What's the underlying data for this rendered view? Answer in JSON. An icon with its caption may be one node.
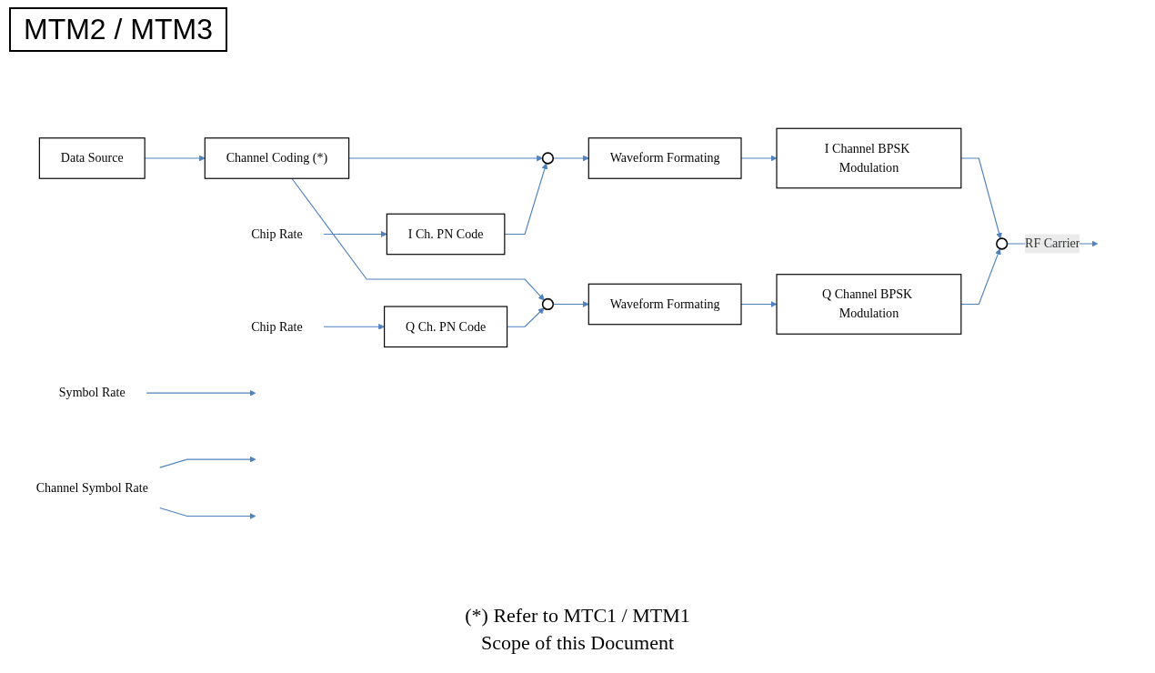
{
  "diagram": {
    "title": "MTM2 / MTM3",
    "nodes": [
      {
        "text": [
          "Data Source"
        ]
      },
      {
        "text": [
          "Channel Coding (*)"
        ]
      },
      {
        "text": [
          "Symbol Rate"
        ]
      },
      {
        "text": [
          "Chip Rate"
        ]
      },
      {
        "text": [
          "I Ch. PN Code"
        ]
      },
      {
        "text": [],
        "shape": "circle"
      },
      {
        "text": [
          "Waveform Formating"
        ]
      },
      {
        "text": [
          "I Channel BPSK Modulation"
        ]
      },
      {
        "text": [
          "Channel Symbol Rate"
        ]
      },
      {
        "text": [],
        "shape": "circle"
      },
      {
        "text": [
          "Waveform Formating"
        ]
      },
      {
        "text": [
          "Q Channel BPSK Modulation"
        ]
      },
      {
        "text": [
          "Chip Rate"
        ]
      },
      {
        "text": [
          "Q Ch. PN Code"
        ]
      },
      {
        "text": [],
        "shape": "circle"
      }
    ],
    "edges": [
      {
        "from": 0,
        "to": 1,
        "arrow": "to"
      },
      {
        "from": 1,
        "to": 5,
        "arrow": "to"
      },
      {
        "from": 1,
        "to": 9,
        "arrow": "to"
      },
      {
        "from": 2,
        "to": null,
        "arrow": "to"
      },
      {
        "from": 3,
        "to": 4,
        "arrow": "to"
      },
      {
        "from": 4,
        "to": 5,
        "arrow": "to"
      },
      {
        "from": 5,
        "to": 6,
        "arrow": "to"
      },
      {
        "from": 6,
        "to": 7,
        "arrow": "to"
      },
      {
        "from": 7,
        "to": 14,
        "arrow": "to"
      },
      {
        "from": 8,
        "to": null,
        "arrow": "to"
      },
      {
        "from": 8,
        "to": null,
        "arrow": "to"
      },
      {
        "from": 12,
        "to": 13,
        "arrow": "to"
      },
      {
        "from": 13,
        "to": 9,
        "arrow": "to"
      },
      {
        "from": 9,
        "to": 10,
        "arrow": "to"
      },
      {
        "from": 10,
        "to": 11,
        "arrow": "to"
      },
      {
        "from": 11,
        "to": 14,
        "arrow": "to"
      },
      {
        "from": 14,
        "to": null,
        "label": "RF Carrier",
        "arrow": "to"
      }
    ],
    "labels": [
      "(*) Refer to MTC1 / MTM1",
      "Scope of this Document"
    ]
  }
}
